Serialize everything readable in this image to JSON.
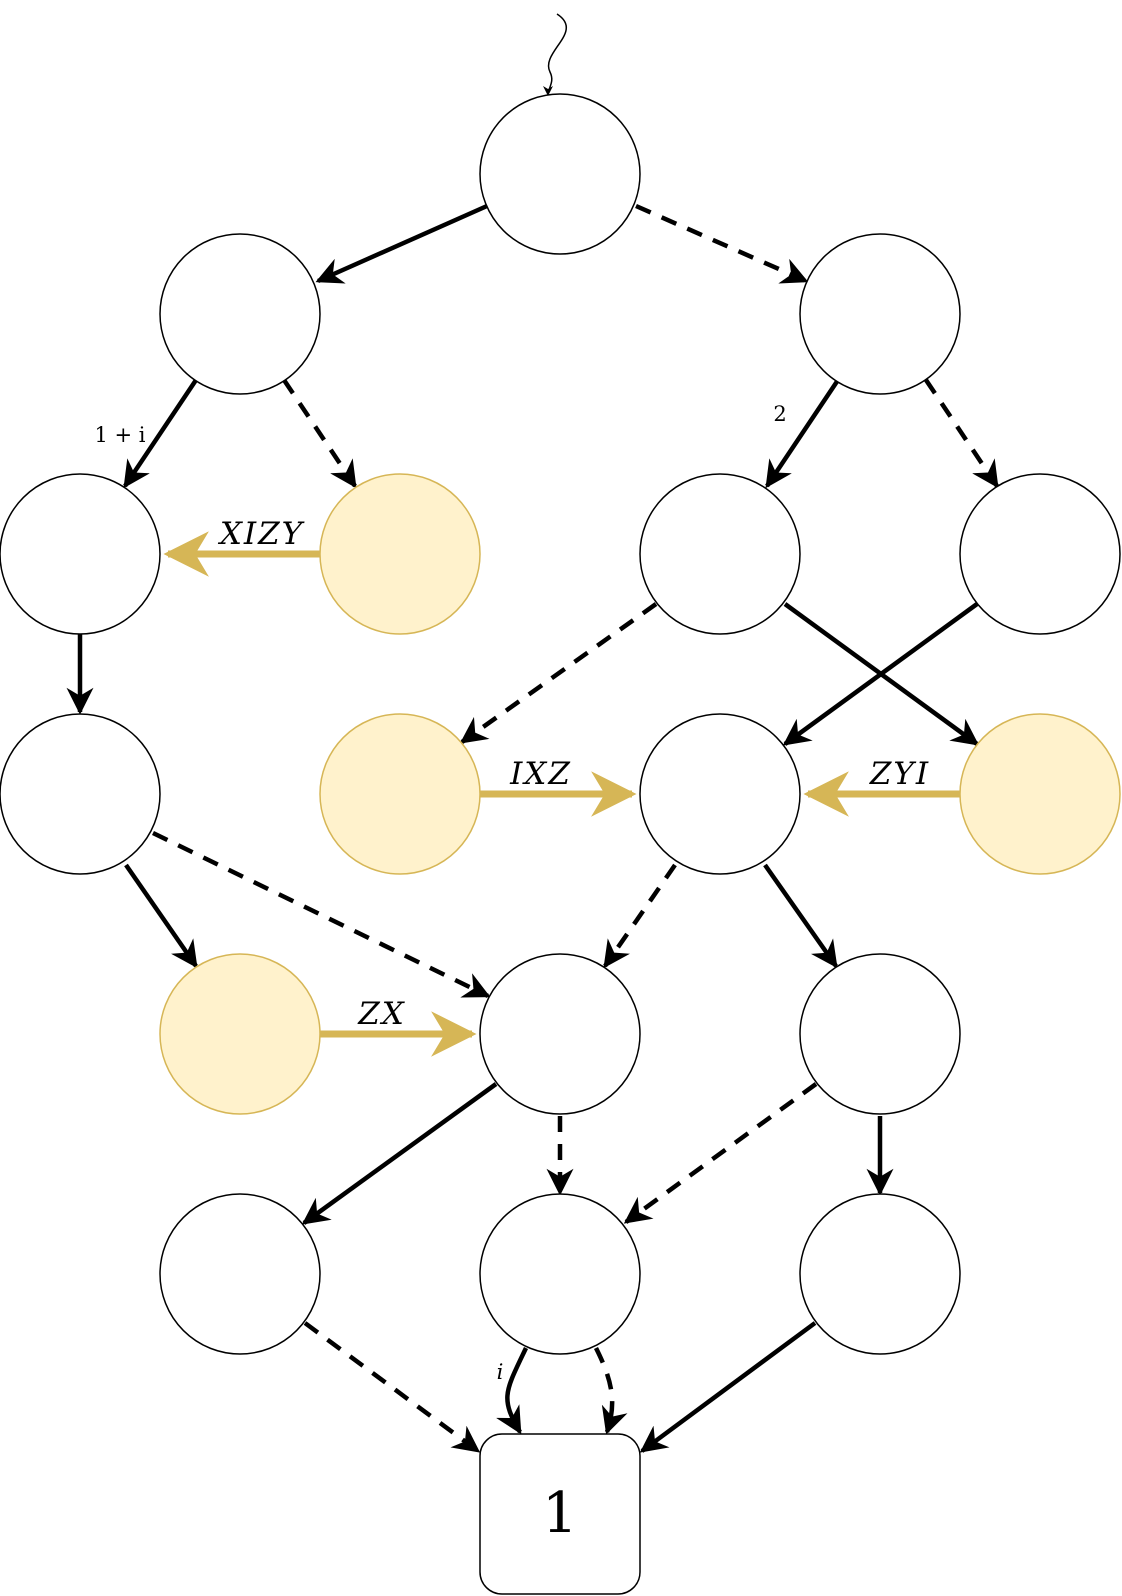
{
  "terminal": {
    "label": "1"
  },
  "edge_weights": {
    "left_branch": "1 + i",
    "right_branch": "2",
    "bottom": "i"
  },
  "gate_labels": {
    "xizy": "XIZY",
    "ixz": "IXZ",
    "zyi": "ZYI",
    "zx": "ZX"
  },
  "colors": {
    "highlight_fill": "#fff2cc",
    "highlight_stroke": "#d6b656",
    "edge": "#000000"
  }
}
